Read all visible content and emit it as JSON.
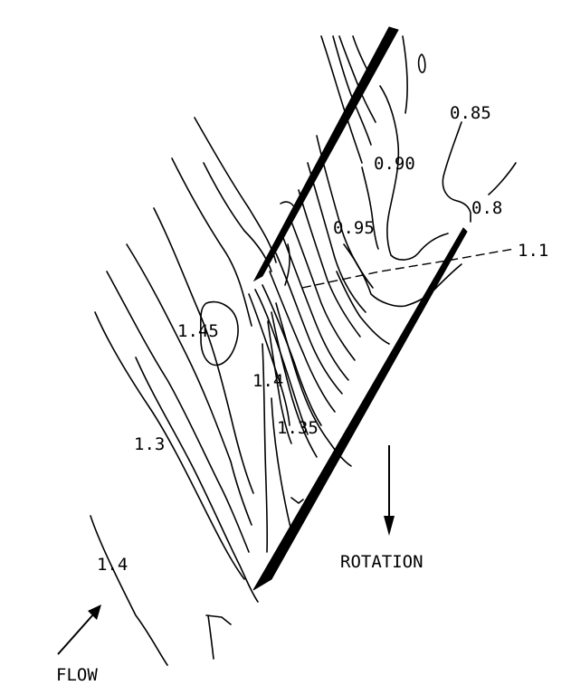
{
  "contour_labels": {
    "l085": "0.85",
    "l090": "0.90",
    "l095": "0.95",
    "l08": "0.8",
    "l11": "1.1",
    "l145": "1.45",
    "l14_mid": "1.4",
    "l135": "1.35",
    "l13": "1.3",
    "l14_low": "1.4"
  },
  "annotations": {
    "rotation": "ROTATION",
    "flow": "FLOW"
  }
}
